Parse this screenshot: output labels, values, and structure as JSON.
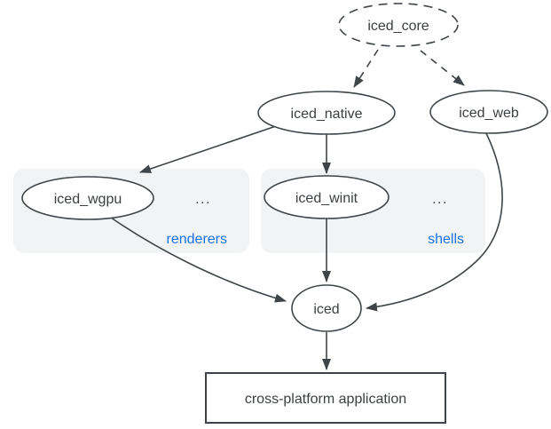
{
  "diagram": {
    "colors": {
      "background": "#ffffff",
      "node_fill": "#ffffff",
      "node_stroke": "#3f4449",
      "text": "#3c4043",
      "group_fill": "#f1f3f4",
      "group_label": "#1a73e8",
      "arrow": "#3f4449"
    },
    "nodes": {
      "iced_core": {
        "label": "iced_core",
        "shape": "dashed-ellipse"
      },
      "iced_native": {
        "label": "iced_native",
        "shape": "ellipse"
      },
      "iced_web": {
        "label": "iced_web",
        "shape": "ellipse"
      },
      "iced_wgpu": {
        "label": "iced_wgpu",
        "shape": "ellipse"
      },
      "iced_winit": {
        "label": "iced_winit",
        "shape": "ellipse"
      },
      "iced": {
        "label": "iced",
        "shape": "ellipse"
      },
      "application": {
        "label": "cross-platform application",
        "shape": "rect"
      }
    },
    "groups": {
      "renderers": {
        "label": "renderers",
        "ellipsis": "...",
        "members": [
          "iced_wgpu"
        ]
      },
      "shells": {
        "label": "shells",
        "ellipsis": "...",
        "members": [
          "iced_winit"
        ]
      }
    },
    "edges": [
      {
        "from": "iced_core",
        "to": "iced_native",
        "style": "dashed"
      },
      {
        "from": "iced_core",
        "to": "iced_web",
        "style": "dashed"
      },
      {
        "from": "iced_native",
        "to": "iced_wgpu",
        "style": "solid"
      },
      {
        "from": "iced_native",
        "to": "iced_winit",
        "style": "solid"
      },
      {
        "from": "iced_wgpu",
        "to": "iced",
        "style": "solid"
      },
      {
        "from": "iced_winit",
        "to": "iced",
        "style": "solid"
      },
      {
        "from": "iced_web",
        "to": "iced",
        "style": "solid"
      },
      {
        "from": "iced",
        "to": "application",
        "style": "solid"
      }
    ]
  }
}
